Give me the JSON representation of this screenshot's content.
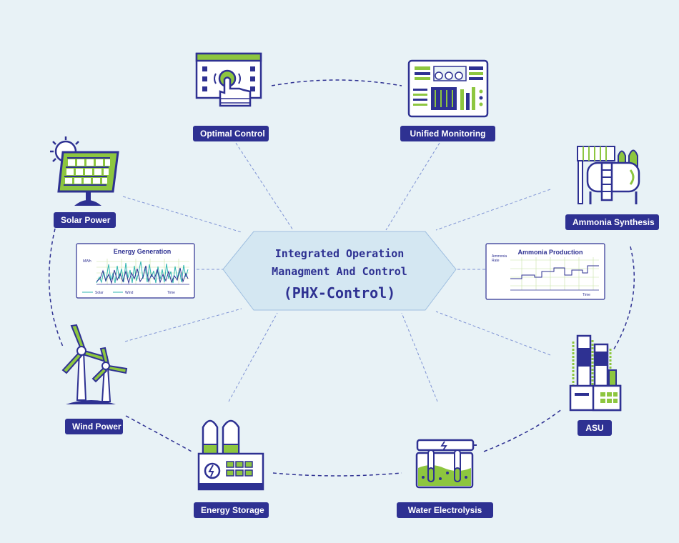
{
  "hub": {
    "line1": "Integrated Operation",
    "line2": "Managment And Control",
    "line3": "(PHX-Control)"
  },
  "nodes": {
    "optimal_control": "Optimal Control",
    "unified_monitoring": "Unified Monitoring",
    "solar_power": "Solar Power",
    "ammonia_synthesis": "Ammonia Synthesis",
    "wind_power": "Wind Power",
    "asu": "ASU",
    "energy_storage": "Energy Storage",
    "water_electrolysis": "Water Electrolysis"
  },
  "energy_chart": {
    "title": "Energy Generation",
    "y_unit": "MWh",
    "x_label": "Time",
    "legend": [
      "Solar",
      "Wind"
    ]
  },
  "ammonia_chart": {
    "title": "Ammonia Production",
    "y_label_line1": "Ammonia",
    "y_label_line2": "Rate",
    "x_label": "Time"
  },
  "colors": {
    "navy": "#2e3192",
    "green": "#8dc63f",
    "background": "#e8f2f6",
    "hub_fill": "#d4e7f2"
  }
}
